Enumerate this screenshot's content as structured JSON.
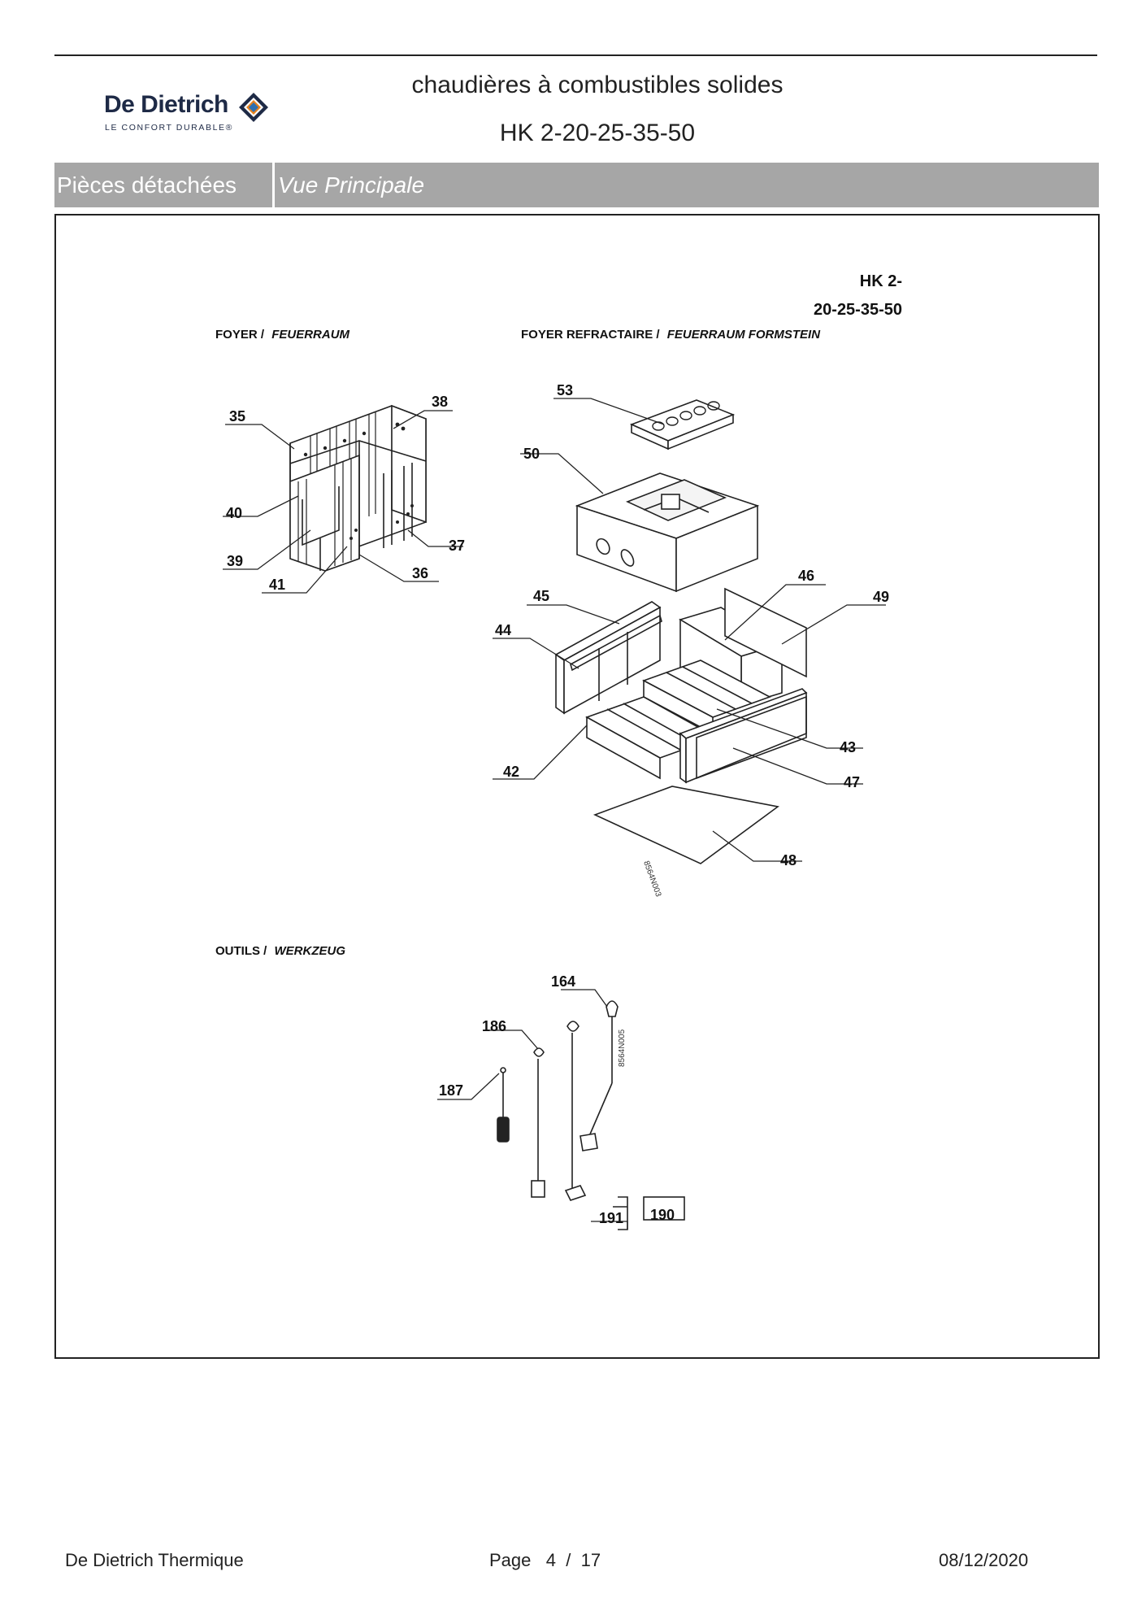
{
  "header": {
    "brand_name": "De Dietrich",
    "brand_tagline": "LE CONFORT DURABLE®",
    "title": "chaudières à combustibles solides",
    "model": "HK 2-20-25-35-50",
    "colors": {
      "brand_navy": "#1e2a46",
      "brand_orange": "#e8821e",
      "brand_blue": "#2f6fb0"
    }
  },
  "tabs": {
    "section": "Pièces détachées",
    "view": "Vue Principale",
    "bar_color": "#a6a6a6"
  },
  "diagram": {
    "model_line1": "HK 2-",
    "model_line2": "20-25-35-50",
    "sections": {
      "foyer_fr": "FOYER /",
      "foyer_de": "FEUERRAUM",
      "refractaire_fr": "FOYER REFRACTAIRE /",
      "refractaire_de": "FEUERRAUM FORMSTEIN",
      "outils_fr": "OUTILS /",
      "outils_de": "WERKZEUG"
    },
    "drawing_codes": [
      "8564N003",
      "8564N005"
    ],
    "part_numbers": {
      "p35": "35",
      "p38": "38",
      "p40": "40",
      "p39": "39",
      "p41": "41",
      "p36": "36",
      "p37": "37",
      "p53": "53",
      "p50": "50",
      "p45": "45",
      "p44": "44",
      "p46": "46",
      "p49": "49",
      "p42": "42",
      "p43": "43",
      "p47": "47",
      "p48": "48",
      "p164": "164",
      "p186": "186",
      "p187": "187",
      "p191": "191",
      "p190": "190"
    }
  },
  "footer": {
    "company": "De Dietrich Thermique",
    "page_label": "Page",
    "page_current": "4",
    "page_sep": "/",
    "page_total": "17",
    "date": "08/12/2020"
  }
}
